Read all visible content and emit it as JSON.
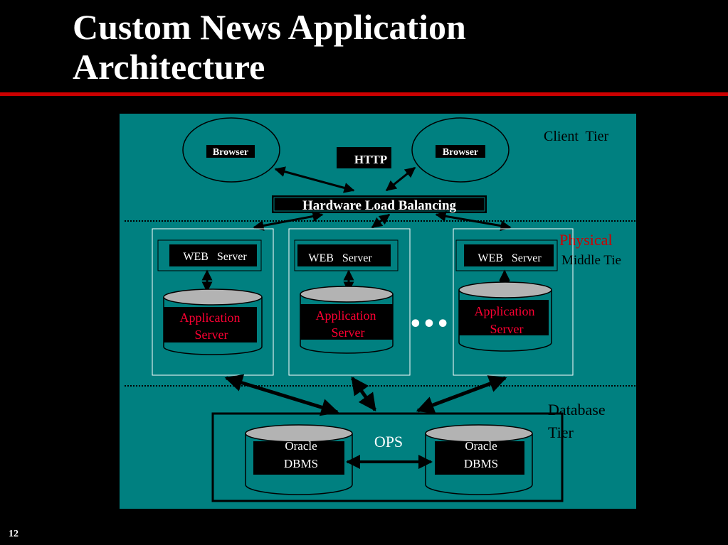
{
  "slide": {
    "title_line1": "Custom News Application",
    "title_line2": "Architecture",
    "page_number": "12"
  },
  "colors": {
    "background": "#000000",
    "panel": "#008080",
    "accent_red": "#cc0000",
    "label_red": "#ff0033",
    "white": "#ffffff"
  },
  "diagram": {
    "browser_left": "Browser",
    "browser_right": "Browser",
    "http": "HTTP",
    "load_balancer": "Hardware Load Balancing",
    "client_tier": "Client  Tier",
    "physical": "Physical",
    "middle_tier": "Middle Tie",
    "database_tier_line1": "Database",
    "database_tier_line2": "Tier",
    "ellipsis": "•••",
    "ops": "OPS",
    "web_server": [
      "WEB   Server",
      "WEB   Server",
      "WEB   Server"
    ],
    "app_server_line1": [
      "Application",
      "Application",
      "Application"
    ],
    "app_server_line2": [
      "Server",
      "Server",
      "Server"
    ],
    "oracle_line1": [
      "Oracle",
      "Oracle"
    ],
    "oracle_line2": [
      "DBMS",
      "DBMS"
    ]
  }
}
